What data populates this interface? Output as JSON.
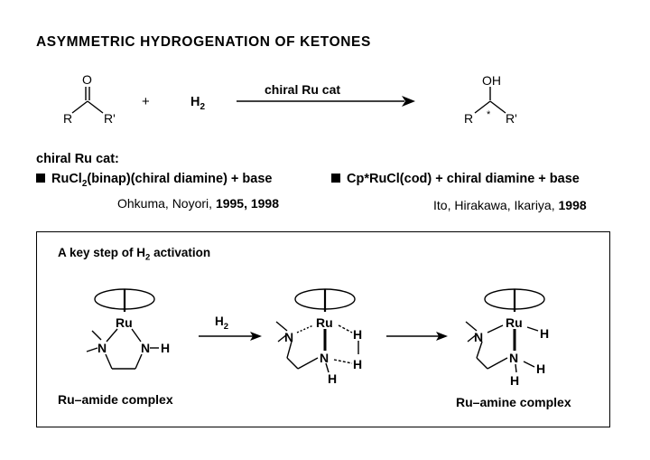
{
  "title": "ASYMMETRIC HYDROGENATION OF KETONES",
  "reaction": {
    "ketone": {
      "o": "O",
      "r": "R",
      "rp": "R'"
    },
    "plus": "+",
    "h2": "H",
    "h2_sub": "2",
    "arrow_label": "chiral Ru cat",
    "alcohol": {
      "oh": "OH",
      "r": "R",
      "rp": "R'",
      "star": "*"
    }
  },
  "catalysts": {
    "heading": "chiral Ru cat:",
    "items": [
      {
        "pre": "RuCl",
        "sub": "2",
        "post": "(binap)(chiral diamine) + base",
        "ref_authors": "Ohkuma, Noyori, ",
        "ref_years": "1995, 1998"
      },
      {
        "pre": "Cp*RuCl(cod) + chiral diamine + base",
        "sub": "",
        "post": "",
        "ref_authors": "Ito, Hirakawa, Ikariya, ",
        "ref_years": "1998"
      }
    ]
  },
  "box": {
    "title_pre": "A key step of H",
    "title_sub": "2",
    "title_post": " activation",
    "arrow1_label": "H",
    "arrow1_sub": "2",
    "amide": {
      "ru": "Ru",
      "n1": "N",
      "n2": "N",
      "h": "H",
      "name": "Ru–amide complex"
    },
    "ts": {
      "ru": "Ru",
      "n1": "N",
      "n2": "N",
      "h1": "H",
      "h2": "H",
      "h3": "H"
    },
    "amine": {
      "ru": "Ru",
      "n1": "N",
      "n2": "N",
      "h1": "H",
      "h2": "H",
      "h3": "H",
      "name": "Ru–amine complex"
    }
  }
}
